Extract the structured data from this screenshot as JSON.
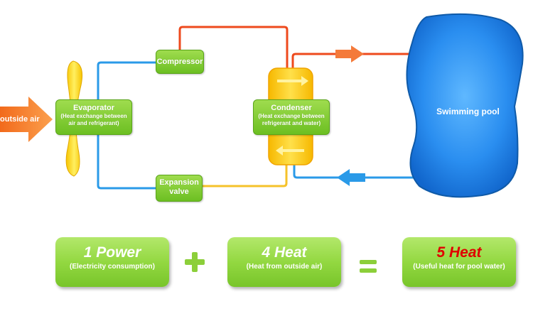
{
  "nodes": {
    "compressor": {
      "title": "Compressor"
    },
    "evaporator": {
      "title": "Evaporator",
      "subtitle": "(Heat exchange between air and refrigerant)"
    },
    "condenser": {
      "title": "Condenser",
      "subtitle": "(Heat exchange between refrigerant and water)"
    },
    "expansion": {
      "title": "Expansion valve"
    }
  },
  "pool": {
    "label": "Swimming pool"
  },
  "outside": {
    "label": "outside air"
  },
  "equation": {
    "power": {
      "value": "1 Power",
      "desc": "(Electricity  consumption)"
    },
    "heat": {
      "value": "4 Heat",
      "desc": "(Heat from outside air)"
    },
    "result": {
      "value": "5 Heat",
      "desc": "(Useful heat for pool water)"
    }
  },
  "colors": {
    "hot_line": "#ee4a1d",
    "cold_line": "#2a9ae8",
    "warm_line": "#f5c22a",
    "node_green": "#7cc92e",
    "pool_blue": "#1e7ddc",
    "result_red": "#e00000"
  }
}
